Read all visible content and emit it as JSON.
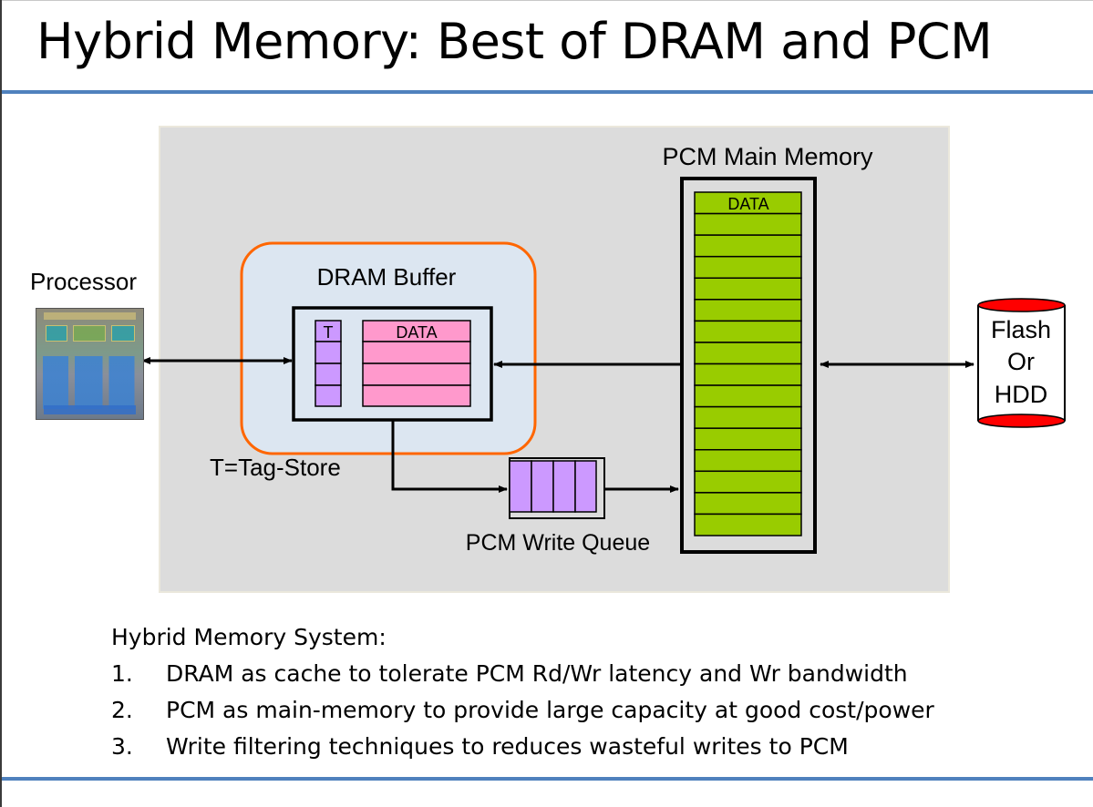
{
  "slide": {
    "title": "Hybrid Memory: Best of DRAM and PCM",
    "accent_color": "#4f81bd"
  },
  "diagram": {
    "processor": {
      "label": "Processor",
      "image": "processor-die-photo"
    },
    "dram_buffer": {
      "label": "DRAM Buffer",
      "border_color": "#ff6600",
      "fill_color": "#dce6f1",
      "tag_column_header": "T",
      "tag_color": "#cc99ff",
      "data_column_header": "DATA",
      "data_color": "#ff99cc",
      "rows": 4
    },
    "tag_store_note": "T=Tag-Store",
    "write_queue": {
      "label": "PCM Write Queue",
      "slots": 4,
      "slot_color": "#cc99ff"
    },
    "pcm_main_memory": {
      "label": "PCM Main Memory",
      "data_header": "DATA",
      "rows": 16,
      "row_color": "#99cc00"
    },
    "storage": {
      "lines": [
        "Flash",
        "Or",
        "HDD"
      ],
      "cap_color": "#ff0000"
    },
    "panel_color": "#dcdcdc"
  },
  "bullets": {
    "heading": "Hybrid Memory System:",
    "items": [
      {
        "num": "1.",
        "text": "DRAM as cache to tolerate PCM Rd/Wr latency and Wr bandwidth"
      },
      {
        "num": "2.",
        "text": "PCM as main-memory to provide large capacity at good cost/power"
      },
      {
        "num": "3.",
        "text": "Write filtering techniques to reduces wasteful writes to PCM"
      }
    ]
  }
}
